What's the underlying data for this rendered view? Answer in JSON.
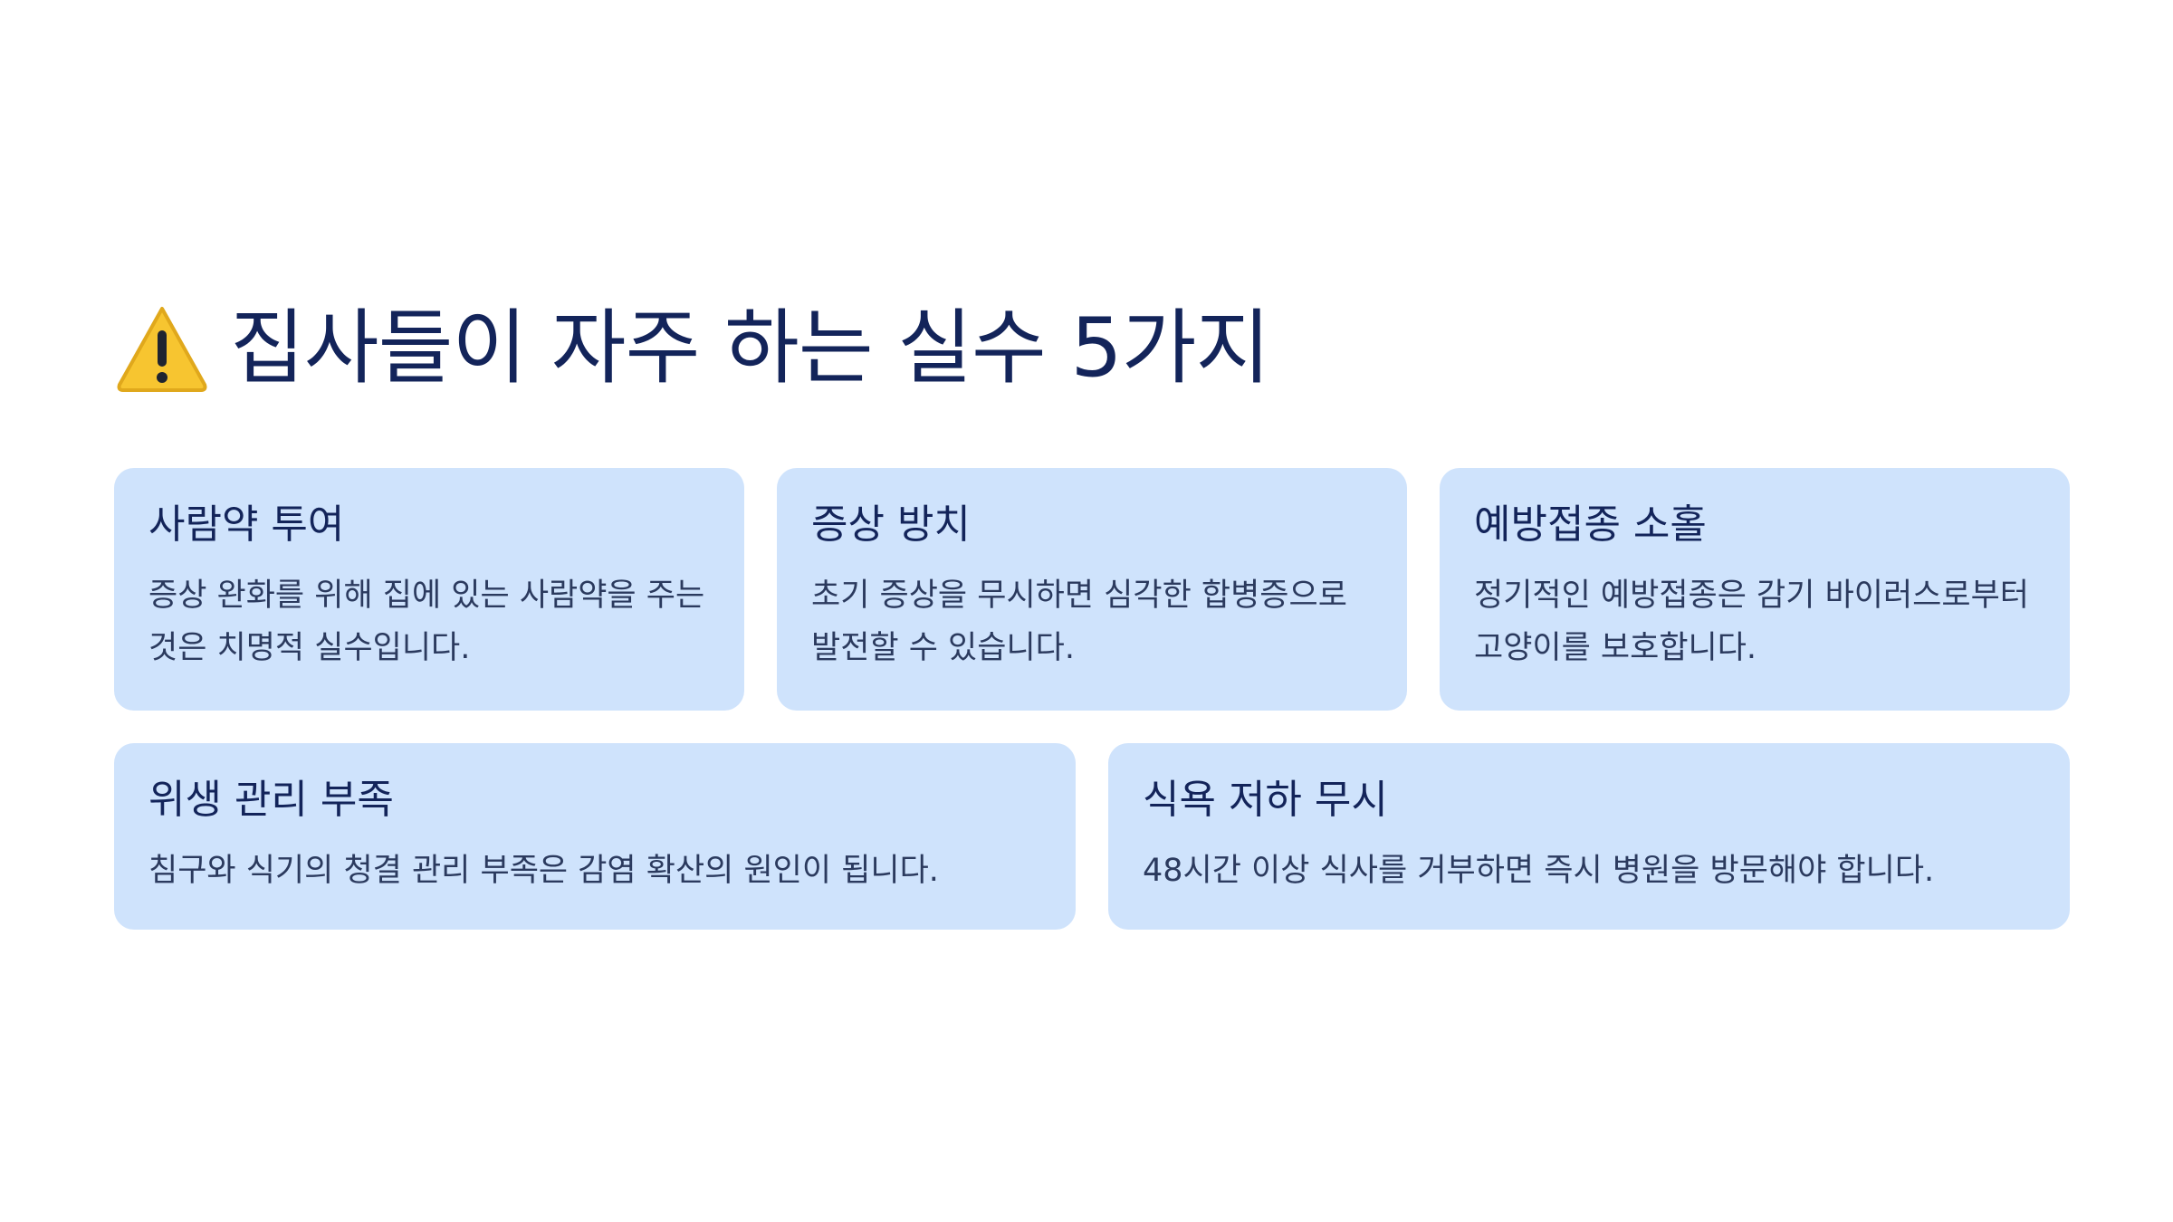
{
  "header": {
    "icon": "warning-icon",
    "title": "집사들이 자주 하는 실수 5가지"
  },
  "cards": [
    {
      "title": "사람약 투여",
      "text": "증상 완화를 위해 집에 있는 사람약을 주는 것은 치명적 실수입니다."
    },
    {
      "title": "증상 방치",
      "text": "초기 증상을 무시하면 심각한 합병증으로 발전할 수 있습니다."
    },
    {
      "title": "예방접종 소홀",
      "text": "정기적인 예방접종은 감기 바이러스로부터 고양이를 보호합니다."
    },
    {
      "title": "위생 관리 부족",
      "text": "침구와 식기의 청결 관리 부족은 감염 확산의 원인이 됩니다."
    },
    {
      "title": "식욕 저하 무시",
      "text": "48시간 이상 식사를 거부하면 즉시 병원을 방문해야 합니다."
    }
  ],
  "colors": {
    "title": "#13245a",
    "card_background": "#cfe3fc",
    "warning_yellow": "#f7c530"
  }
}
